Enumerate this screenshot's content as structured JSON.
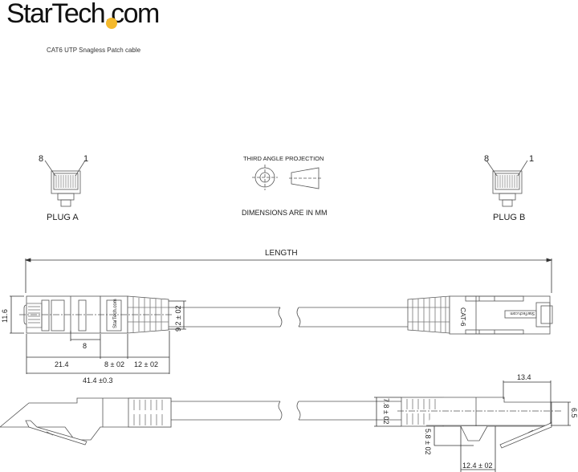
{
  "header": {
    "logo_text": "StarTech.com",
    "logo_dot_color": "#f4b92c",
    "subtitle": "CAT6 UTP Snagless Patch cable"
  },
  "legend": {
    "projection_label": "THIRD ANGLE PROJECTION",
    "dimensions_note": "DIMENSIONS ARE IN MM"
  },
  "plugs": {
    "plug_a": {
      "label": "PLUG A",
      "pin_left": "8",
      "pin_right": "1"
    },
    "plug_b": {
      "label": "PLUG B",
      "pin_left": "8",
      "pin_right": "1"
    }
  },
  "top_view": {
    "length_label": "LENGTH",
    "height_label": "11.6",
    "boot_height_label": "9.2 ± 02",
    "latch_width_label": "8",
    "dim_plug_label": "21.4",
    "dim_body_label": "8 ± 02",
    "dim_boot_label": "12 ± 02",
    "dim_total_label": "41.4 ±0.3",
    "connector_brand": "StarTech.com",
    "cable_marking": "CAT-6"
  },
  "side_view": {
    "boot_height_label": "7.8 ± 02",
    "tab_height_label": "5.8 ± 02",
    "tab_width_label": "12.4 ± 02",
    "latch_length_label": "13.4",
    "plug_height_label": "6.5"
  }
}
